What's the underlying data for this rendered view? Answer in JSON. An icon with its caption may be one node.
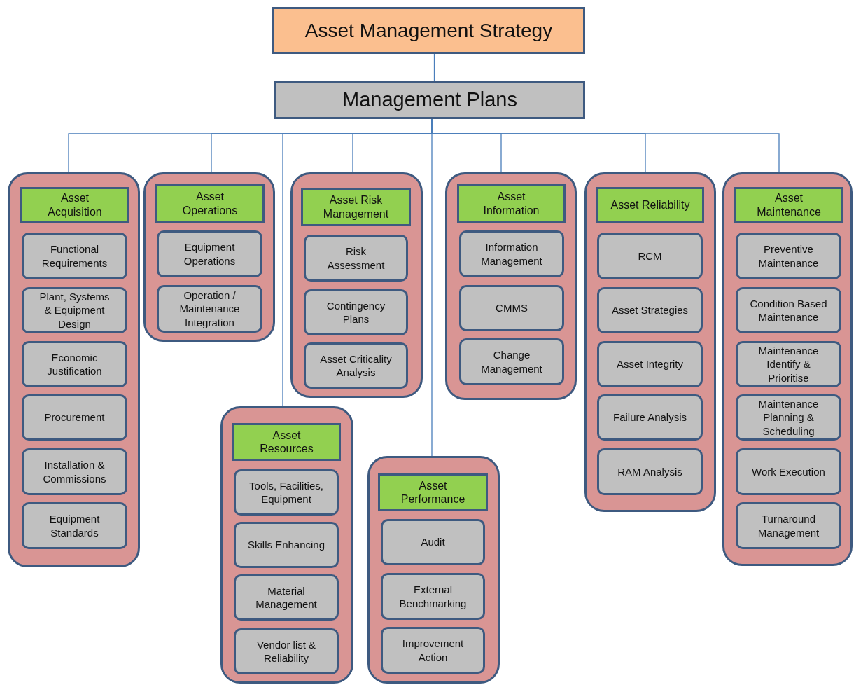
{
  "diagram": {
    "nodes": [
      {
        "text": [
          "Asset Management Strategy"
        ]
      },
      {
        "text": [
          "Management Plans"
        ]
      },
      {
        "text": [],
        "shape": "box"
      },
      {
        "text": [
          "Asset Acquisition"
        ],
        "in": 2
      },
      {
        "text": [
          "Functional Requirements"
        ],
        "in": 2
      },
      {
        "text": [
          "Plant, Systems & Equipment Design"
        ],
        "in": 2
      },
      {
        "text": [
          "Economic Justification"
        ],
        "in": 2
      },
      {
        "text": [
          "Procurement"
        ],
        "in": 2
      },
      {
        "text": [
          "Installation & Commissions"
        ],
        "in": 2
      },
      {
        "text": [
          "Equipment Standards"
        ],
        "in": 2
      },
      {
        "text": [],
        "shape": "box"
      },
      {
        "text": [
          "Asset Operations"
        ],
        "in": 10
      },
      {
        "text": [
          "Equipment Operations"
        ],
        "in": 10
      },
      {
        "text": [
          "Operation / Maintenance Integration"
        ],
        "in": 10
      },
      {
        "text": [],
        "shape": "box"
      },
      {
        "text": [
          "Asset Resources"
        ],
        "in": 14
      },
      {
        "text": [
          "Tools, Facilities, Equipment"
        ],
        "in": 14
      },
      {
        "text": [
          "Skills Enhancing"
        ],
        "in": 14
      },
      {
        "text": [
          "Material Management"
        ],
        "in": 14
      },
      {
        "text": [
          "Vendor list & Reliability"
        ],
        "in": 14
      },
      {
        "text": [],
        "shape": "box"
      },
      {
        "text": [
          "Asset Risk Management"
        ],
        "in": 20
      },
      {
        "text": [
          "Risk Assessment"
        ],
        "in": 20
      },
      {
        "text": [
          "Contingency Plans"
        ],
        "in": 20
      },
      {
        "text": [
          "Asset Criticality Analysis"
        ],
        "in": 20
      },
      {
        "text": [],
        "shape": "box"
      },
      {
        "text": [
          "Asset Performance"
        ],
        "in": 25
      },
      {
        "text": [
          "Audit"
        ],
        "in": 25
      },
      {
        "text": [
          "External Benchmarking"
        ],
        "in": 25
      },
      {
        "text": [
          "Improvement Action"
        ],
        "in": 25
      },
      {
        "text": [],
        "shape": "box"
      },
      {
        "text": [
          "Asset Information"
        ],
        "in": 30
      },
      {
        "text": [
          "Information Management"
        ],
        "in": 30
      },
      {
        "text": [
          "CMMS"
        ],
        "in": 30
      },
      {
        "text": [
          "Change Management"
        ],
        "in": 30
      },
      {
        "text": [],
        "shape": "box"
      },
      {
        "text": [
          "Asset Reliability"
        ],
        "in": 35
      },
      {
        "text": [
          "RCM"
        ],
        "in": 35
      },
      {
        "text": [
          "Asset Strategies"
        ],
        "in": 35
      },
      {
        "text": [
          "Asset Integrity"
        ],
        "in": 35
      },
      {
        "text": [
          "Failure Analysis"
        ],
        "in": 35
      },
      {
        "text": [
          "RAM Analysis"
        ],
        "in": 35
      },
      {
        "text": [],
        "shape": "box"
      },
      {
        "text": [
          "Asset Maintenance"
        ],
        "in": 42
      },
      {
        "text": [
          "Preventive Maintenance"
        ],
        "in": 42
      },
      {
        "text": [
          "Condition Based Maintenance"
        ],
        "in": 42
      },
      {
        "text": [
          "Maintenance Identify & Prioritise"
        ],
        "in": 42
      },
      {
        "text": [
          "Maintenance Planning & Scheduling"
        ],
        "in": 42
      },
      {
        "text": [
          "Work Execution"
        ],
        "in": 42
      },
      {
        "text": [
          "Turnaround Management"
        ],
        "in": 42
      }
    ],
    "edges": [
      {
        "from": 0,
        "to": 1,
        "arrow": "none"
      },
      {
        "from": 1,
        "to": 2,
        "arrow": "none"
      },
      {
        "from": 1,
        "to": 10,
        "arrow": "none"
      },
      {
        "from": 1,
        "to": 14,
        "arrow": "none"
      },
      {
        "from": 1,
        "to": 20,
        "arrow": "none"
      },
      {
        "from": 1,
        "to": 25,
        "arrow": "none"
      },
      {
        "from": 1,
        "to": 30,
        "arrow": "none"
      },
      {
        "from": 1,
        "to": 35,
        "arrow": "none"
      },
      {
        "from": 1,
        "to": 42,
        "arrow": "none"
      }
    ]
  }
}
